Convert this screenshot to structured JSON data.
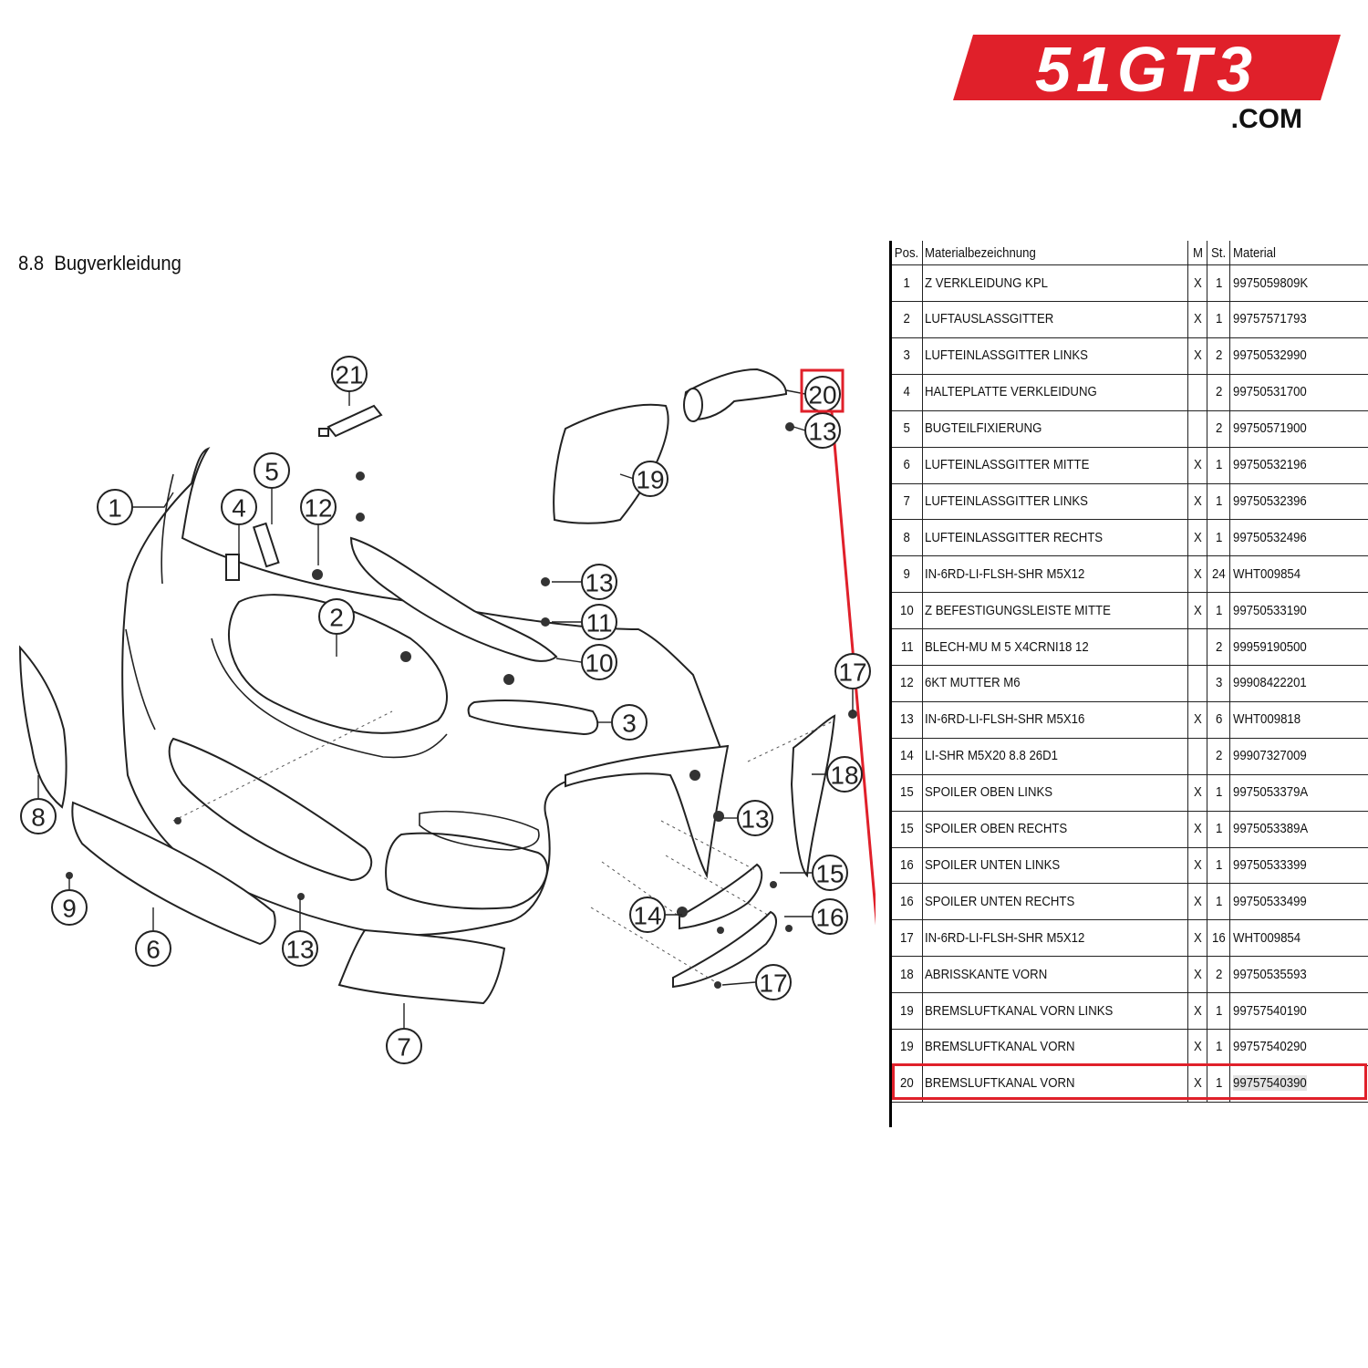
{
  "brand": {
    "logo_text": "51GT3",
    "logo_suffix": ".COM",
    "logo_color": "#e0202a"
  },
  "section": {
    "number": "8.8",
    "title": "Bugverkleidung"
  },
  "table": {
    "headers": {
      "pos": "Pos.",
      "name": "Materialbezeichnung",
      "m": "M",
      "st": "St.",
      "material": "Material"
    },
    "rows": [
      {
        "pos": "1",
        "name": "Z VERKLEIDUNG KPL",
        "m": "X",
        "st": "1",
        "material": "9975059809K"
      },
      {
        "pos": "2",
        "name": "LUFTAUSLASSGITTER",
        "m": "X",
        "st": "1",
        "material": "99757571793"
      },
      {
        "pos": "3",
        "name": "LUFTEINLASSGITTER LINKS",
        "m": "X",
        "st": "2",
        "material": "99750532990"
      },
      {
        "pos": "4",
        "name": "HALTEPLATTE VERKLEIDUNG",
        "m": "",
        "st": "2",
        "material": "99750531700"
      },
      {
        "pos": "5",
        "name": "BUGTEILFIXIERUNG",
        "m": "",
        "st": "2",
        "material": "99750571900"
      },
      {
        "pos": "6",
        "name": "LUFTEINLASSGITTER MITTE",
        "m": "X",
        "st": "1",
        "material": "99750532196"
      },
      {
        "pos": "7",
        "name": "LUFTEINLASSGITTER LINKS",
        "m": "X",
        "st": "1",
        "material": "99750532396"
      },
      {
        "pos": "8",
        "name": "LUFTEINLASSGITTER RECHTS",
        "m": "X",
        "st": "1",
        "material": "99750532496"
      },
      {
        "pos": "9",
        "name": "IN-6RD-LI-FLSH-SHR M5X12",
        "m": "X",
        "st": "24",
        "material": "WHT009854"
      },
      {
        "pos": "10",
        "name": "Z BEFESTIGUNGSLEISTE MITTE",
        "m": "X",
        "st": "1",
        "material": "99750533190"
      },
      {
        "pos": "11",
        "name": "BLECH-MU M 5 X4CRNI18 12",
        "m": "",
        "st": "2",
        "material": "99959190500"
      },
      {
        "pos": "12",
        "name": "6KT MUTTER M6",
        "m": "",
        "st": "3",
        "material": "99908422201"
      },
      {
        "pos": "13",
        "name": "IN-6RD-LI-FLSH-SHR M5X16",
        "m": "X",
        "st": "6",
        "material": "WHT009818"
      },
      {
        "pos": "14",
        "name": "LI-SHR M5X20 8.8 26D1",
        "m": "",
        "st": "2",
        "material": "99907327009"
      },
      {
        "pos": "15",
        "name": "SPOILER OBEN LINKS",
        "m": "X",
        "st": "1",
        "material": "9975053379A"
      },
      {
        "pos": "15",
        "name": "SPOILER OBEN RECHTS",
        "m": "X",
        "st": "1",
        "material": "9975053389A"
      },
      {
        "pos": "16",
        "name": "SPOILER UNTEN LINKS",
        "m": "X",
        "st": "1",
        "material": "99750533399"
      },
      {
        "pos": "16",
        "name": "SPOILER UNTEN RECHTS",
        "m": "X",
        "st": "1",
        "material": "99750533499"
      },
      {
        "pos": "17",
        "name": "IN-6RD-LI-FLSH-SHR M5X12",
        "m": "X",
        "st": "16",
        "material": "WHT009854"
      },
      {
        "pos": "18",
        "name": "ABRISSKANTE VORN",
        "m": "X",
        "st": "2",
        "material": "99750535593"
      },
      {
        "pos": "19",
        "name": "BREMSLUFTKANAL VORN LINKS",
        "m": "X",
        "st": "1",
        "material": "99757540190"
      },
      {
        "pos": "19",
        "name": "BREMSLUFTKANAL VORN",
        "m": "X",
        "st": "1",
        "material": "99757540290"
      },
      {
        "pos": "20",
        "name": "BREMSLUFTKANAL VORN",
        "m": "X",
        "st": "1",
        "material": "99757540390"
      }
    ],
    "highlighted_pos": "20",
    "highlight_color": "#e0202a"
  },
  "diagram": {
    "callouts": [
      "21",
      "20",
      "13",
      "19",
      "1",
      "4",
      "5",
      "12",
      "2",
      "13",
      "11",
      "10",
      "17",
      "3",
      "18",
      "8",
      "13",
      "15",
      "9",
      "14",
      "16",
      "6",
      "13",
      "17",
      "7"
    ],
    "highlighted_callout": "20"
  }
}
